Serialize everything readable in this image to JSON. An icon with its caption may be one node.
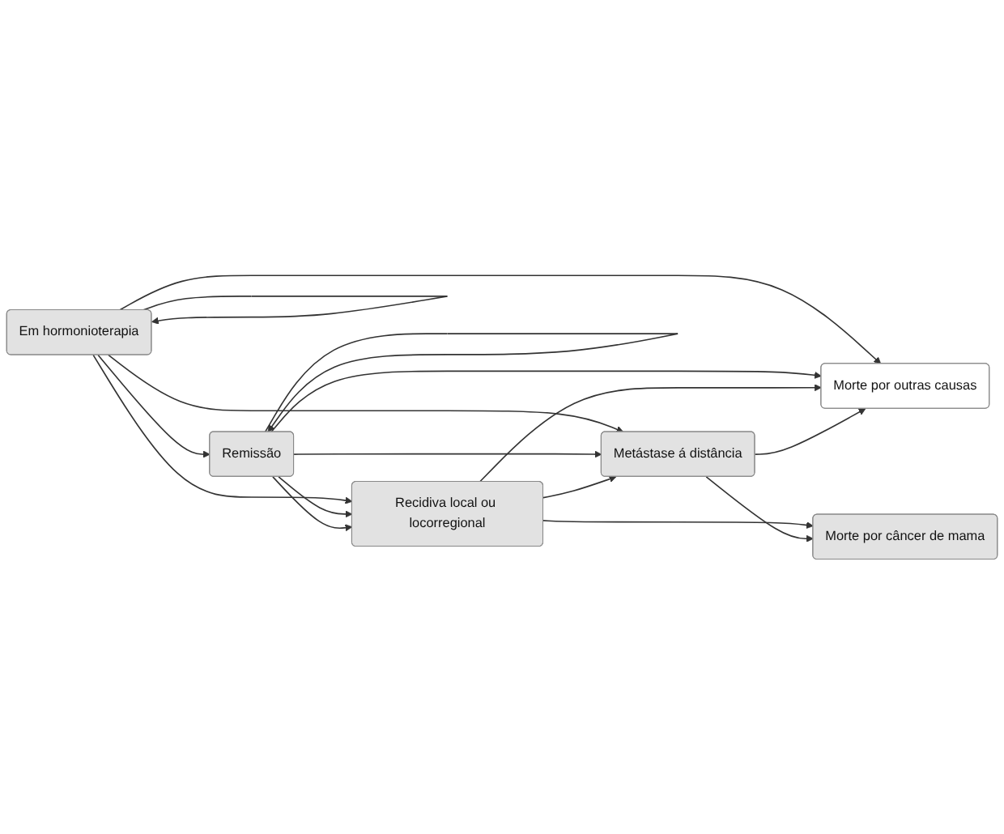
{
  "diagram": {
    "nodes": [
      {
        "text": [
          "Em hormonioterapia"
        ]
      },
      {
        "text": [
          "Remissão"
        ]
      },
      {
        "text": [
          "Recidiva local ou locorregional"
        ]
      },
      {
        "text": [
          "Metástase á distância"
        ]
      },
      {
        "text": [
          "Morte por câncer de mama"
        ]
      },
      {
        "text": [
          "Morte por outras causas"
        ]
      }
    ],
    "edges": [
      {
        "from": 0,
        "to": 0,
        "arrow": "to"
      },
      {
        "from": 0,
        "to": 1,
        "arrow": "to"
      },
      {
        "from": 0,
        "to": 2,
        "arrow": "to"
      },
      {
        "from": 0,
        "to": 3,
        "arrow": "to"
      },
      {
        "from": 0,
        "to": 5,
        "arrow": "to"
      },
      {
        "from": 1,
        "to": 2,
        "arrow": "to"
      },
      {
        "from": 1,
        "to": 1,
        "arrow": "to"
      },
      {
        "from": 1,
        "to": 2,
        "arrow": "to"
      },
      {
        "from": 1,
        "to": 3,
        "arrow": "to"
      },
      {
        "from": 1,
        "to": 5,
        "arrow": "to"
      },
      {
        "from": 2,
        "to": 3,
        "arrow": "to"
      },
      {
        "from": 2,
        "to": 4,
        "arrow": "to"
      },
      {
        "from": 2,
        "to": 5,
        "arrow": "to"
      },
      {
        "from": 3,
        "to": 4,
        "arrow": "to"
      },
      {
        "from": 3,
        "to": 5,
        "arrow": "to"
      }
    ]
  }
}
